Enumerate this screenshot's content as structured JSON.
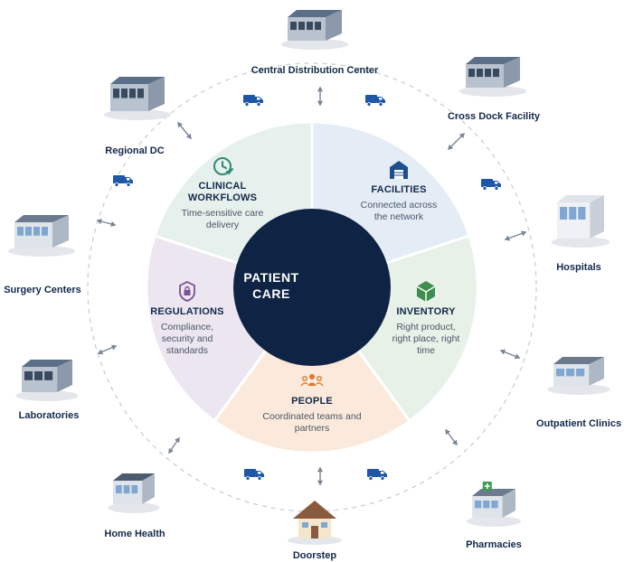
{
  "center": {
    "line1": "PATIENT",
    "line2": "CARE"
  },
  "segments": [
    {
      "id": "clinical",
      "title_line1": "CLINICAL",
      "title_line2": "WORKFLOWS",
      "desc_line1": "Time-sensitive care",
      "desc_line2": "delivery",
      "icon": "clock-check-icon",
      "fill": "#e6f0ec",
      "icon_color": "#2e8b74"
    },
    {
      "id": "facilities",
      "title_line1": "FACILITIES",
      "desc_line1": "Connected across",
      "desc_line2": "the network",
      "icon": "warehouse-icon",
      "fill": "#e4ecf6",
      "icon_color": "#1f4e8c"
    },
    {
      "id": "inventory",
      "title_line1": "INVENTORY",
      "desc_line1": "Right product,",
      "desc_line2": "right place, right",
      "desc_line3": "time",
      "icon": "cube-icon",
      "fill": "#e7f1e8",
      "icon_color": "#3e8e4e"
    },
    {
      "id": "people",
      "title_line1": "PEOPLE",
      "desc_line1": "Coordinated teams and",
      "desc_line2": "partners",
      "icon": "people-icon",
      "fill": "#fbeadb",
      "icon_color": "#d9792b"
    },
    {
      "id": "regulations",
      "title_line1": "REGULATIONS",
      "desc_line1": "Compliance,",
      "desc_line2": "security and",
      "desc_line3": "standards",
      "icon": "shield-lock-icon",
      "fill": "#ece6f1",
      "icon_color": "#7a4f93"
    }
  ],
  "nodes": [
    {
      "id": "central",
      "label": "Central Distribution Center",
      "icon": "warehouse-building-icon"
    },
    {
      "id": "crossdock",
      "label": "Cross Dock Facility",
      "icon": "warehouse-building-icon"
    },
    {
      "id": "hospitals",
      "label": "Hospitals",
      "icon": "hospital-building-icon"
    },
    {
      "id": "outpatient",
      "label": "Outpatient Clinics",
      "icon": "clinic-building-icon"
    },
    {
      "id": "pharmacies",
      "label": "Pharmacies",
      "icon": "pharmacy-building-icon"
    },
    {
      "id": "doorstep",
      "label": "Doorstep",
      "icon": "house-icon"
    },
    {
      "id": "homehealth",
      "label": "Home Health",
      "icon": "home-health-building-icon"
    },
    {
      "id": "laboratories",
      "label": "Laboratories",
      "icon": "laboratory-building-icon"
    },
    {
      "id": "surgery",
      "label": "Surgery Centers",
      "icon": "surgery-building-icon"
    },
    {
      "id": "regional",
      "label": "Regional DC",
      "icon": "warehouse-building-icon"
    }
  ],
  "colors": {
    "center": "#0f2444",
    "ring": "#c9cfd8",
    "truck": "#1e56a8",
    "arrow": "#7a8696"
  }
}
